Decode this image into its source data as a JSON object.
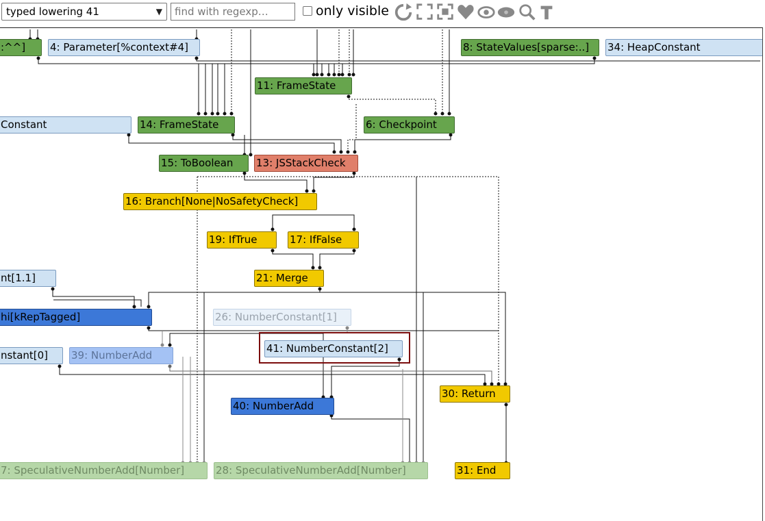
{
  "toolbar": {
    "phase_select": "typed lowering 41",
    "search_placeholder": "find with regexp…",
    "only_visible_label": "only visible",
    "only_visible_checked": false,
    "icons": [
      "layout-icon",
      "show-all-icon",
      "hide-unselected-icon",
      "hide-selected-icon",
      "zoom-selection-icon",
      "toggle-types-icon",
      "search-icon",
      "toggle-text-icon"
    ]
  },
  "colors": {
    "control": "#67a54d",
    "constant": "#cfe2f3",
    "effect": "#e07f6a",
    "branch": "#f1c900",
    "phi": "#3c78d8",
    "selection": "#7b0c0c"
  },
  "nodes": {
    "n_a": ":^^]",
    "n4": "4: Parameter[%context#4]",
    "n8": "8: StateValues[sparse:..]",
    "n34": "34: HeapConstant",
    "n11": "11: FrameState",
    "n_const": "Constant",
    "n14": "14: FrameState",
    "n6": "6: Checkpoint",
    "n15": "15: ToBoolean",
    "n13": "13: JSStackCheck",
    "n16": "16: Branch[None|NoSafetyCheck]",
    "n19": "19: IfTrue",
    "n17": "17: IfFalse",
    "n_nt": "nt[1.1]",
    "n21": "21: Merge",
    "n_phi": "hi[kRepTagged]",
    "n26": "26: NumberConstant[1]",
    "n41": "41: NumberConstant[2]",
    "n_cz": "nstant[0]",
    "n39": "39: NumberAdd",
    "n30": "30: Return",
    "n40": "40: NumberAdd",
    "n27": "7: SpeculativeNumberAdd[Number]",
    "n28": "28: SpeculativeNumberAdd[Number]",
    "n31": "31: End"
  }
}
